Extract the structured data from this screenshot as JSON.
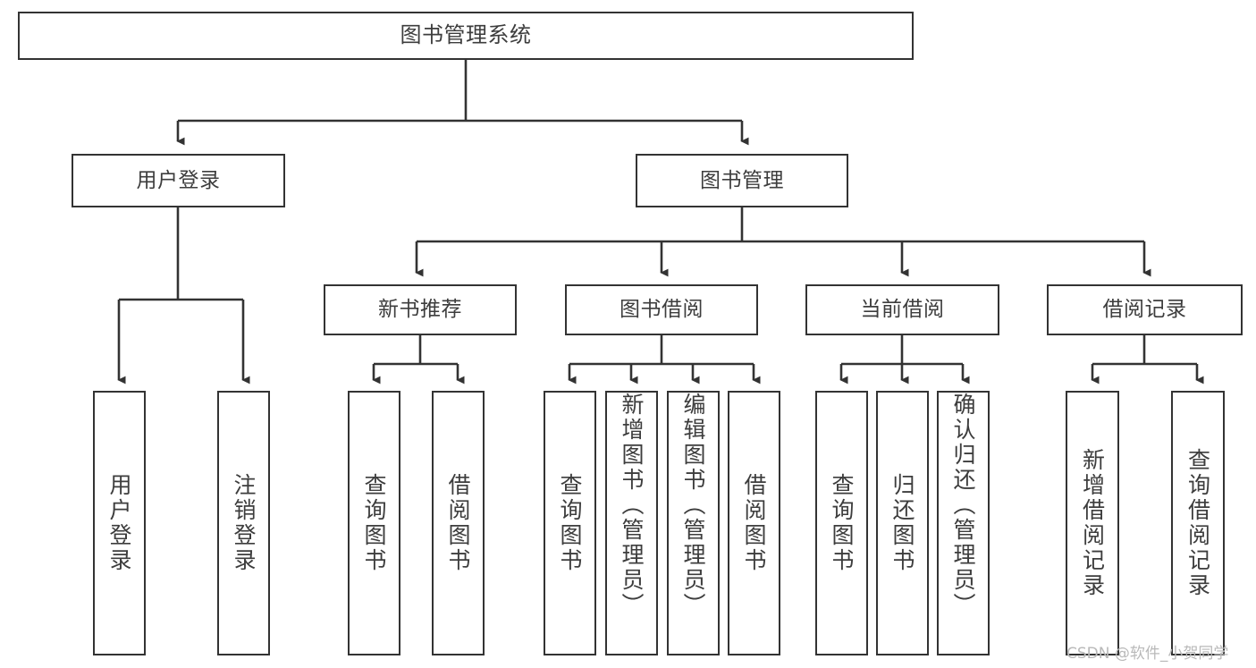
{
  "diagram": {
    "title": "图书管理系统",
    "type": "tree-hierarchy",
    "root": {
      "label": "图书管理系统"
    },
    "level2": [
      {
        "label": "用户登录"
      },
      {
        "label": "图书管理"
      }
    ],
    "level3": [
      {
        "label": "新书推荐"
      },
      {
        "label": "图书借阅"
      },
      {
        "label": "当前借阅"
      },
      {
        "label": "借阅记录"
      }
    ],
    "leaves": {
      "user_login": [
        {
          "label": "用户登录"
        },
        {
          "label": "注销登录"
        }
      ],
      "new_book_recommend": [
        {
          "label": "查询图书"
        },
        {
          "label": "借阅图书"
        }
      ],
      "book_borrow": [
        {
          "label": "查询图书"
        },
        {
          "label": "新增图书（管理员）"
        },
        {
          "label": "编辑图书（管理员）"
        },
        {
          "label": "借阅图书"
        }
      ],
      "current_borrow": [
        {
          "label": "查询图书"
        },
        {
          "label": "归还图书"
        },
        {
          "label": "确认归还（管理员）"
        }
      ],
      "borrow_record": [
        {
          "label": "新增借阅记录"
        },
        {
          "label": "查询借阅记录"
        }
      ]
    }
  },
  "watermark": {
    "text": "CSDN @软件_小贺同学"
  },
  "colors": {
    "stroke": "#333333",
    "text": "#3d3d3d",
    "background": "#ffffff",
    "watermark": "#b9b9b9"
  }
}
